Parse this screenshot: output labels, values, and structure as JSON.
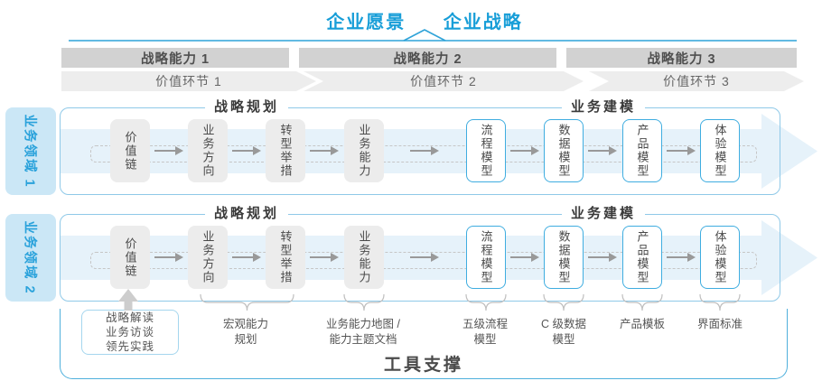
{
  "title": {
    "vision": "企业愿景",
    "strategy": "企业战略"
  },
  "capability_bars": [
    "战略能力 1",
    "战略能力 2",
    "战略能力 3"
  ],
  "value_chain_bars": [
    "价值环节 1",
    "价值环节 2",
    "价值环节 3"
  ],
  "business_domains": [
    "业务领域 1",
    "业务领域 2"
  ],
  "flow": {
    "planning_title": "战略规划",
    "modeling_title": "业务建模",
    "planning_boxes": [
      "价值链",
      "业务方向",
      "转型举措",
      "业务能力"
    ],
    "modeling_boxes": [
      "流程模型",
      "数据模型",
      "产品模型",
      "体验模型"
    ]
  },
  "annotations": {
    "practice_box_lines": [
      "战略解读",
      "业务访谈",
      "领先实践"
    ],
    "labels": [
      {
        "lines": [
          "宏观能力",
          "规划"
        ]
      },
      {
        "lines": [
          "业务能力地图 /",
          "能力主题文档"
        ]
      },
      {
        "lines": [
          "五级流程",
          "模型"
        ]
      },
      {
        "lines": [
          "C 级数据",
          "模型"
        ]
      },
      {
        "lines": [
          "产品模板"
        ]
      },
      {
        "lines": [
          "界面标准"
        ]
      }
    ]
  },
  "tool_support_label": "工具支撑",
  "colors": {
    "accent_blue": "#189ED8",
    "light_blue_border": "#8FC9E8",
    "box_blue_border": "#3FADE0",
    "band_fill": "#E6F2FA",
    "domain_fill": "#CBE7F6",
    "bar_fill": "#D2D2D2",
    "chevron_fill": "#EDEDED",
    "gray_box_fill": "#ECECEC"
  }
}
